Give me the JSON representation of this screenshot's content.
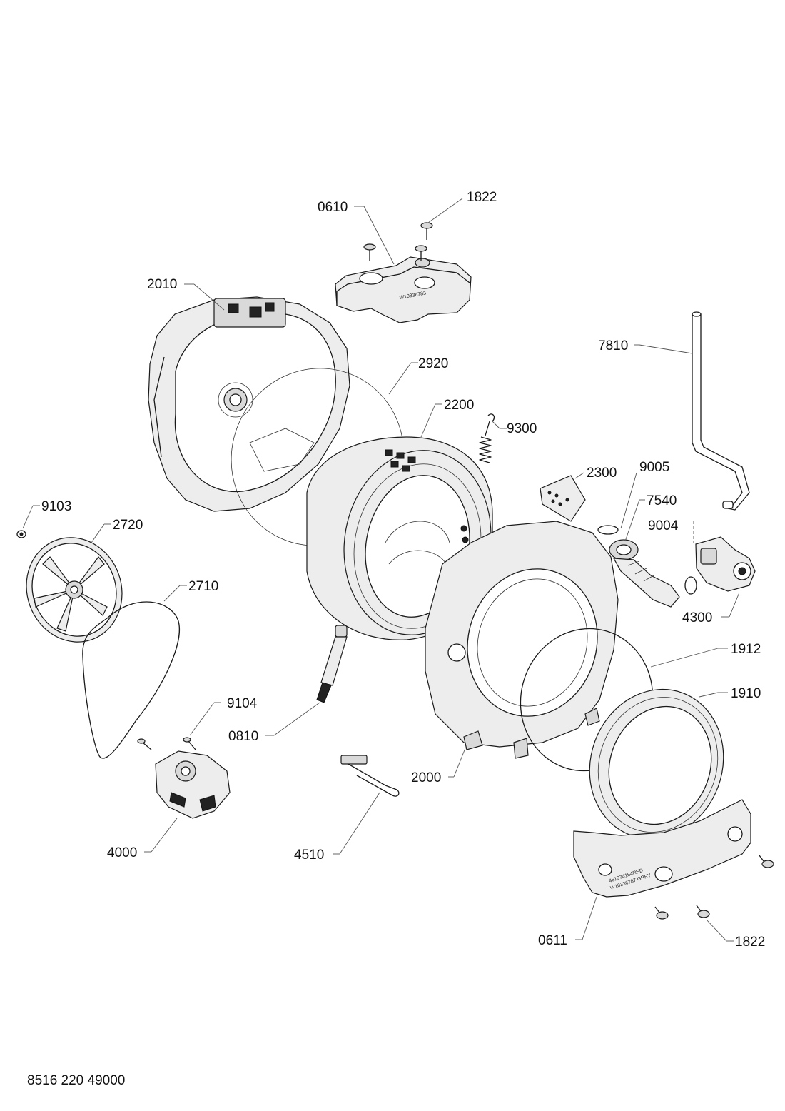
{
  "document_code": "8516 220 49000",
  "part_labels": {
    "p0610": "0610",
    "p1822_top": "1822",
    "p2010": "2010",
    "p2920": "2920",
    "p7810": "7810",
    "p2200": "2200",
    "p9300": "9300",
    "p2300": "2300",
    "p9005": "9005",
    "p7540": "7540",
    "p9004": "9004",
    "p9103": "9103",
    "p2720": "2720",
    "p2710": "2710",
    "p4300": "4300",
    "p1912": "1912",
    "p1910": "1910",
    "p9104": "9104",
    "p0810": "0810",
    "p2000": "2000",
    "p4000": "4000",
    "p4510": "4510",
    "p0611": "0611",
    "p1822_bottom": "1822"
  },
  "embossed_text": {
    "counterweight_top": "W10336783",
    "counterweight_bottom_line1": "461974164RED",
    "counterweight_bottom_line2": "W10336787.GREY"
  }
}
